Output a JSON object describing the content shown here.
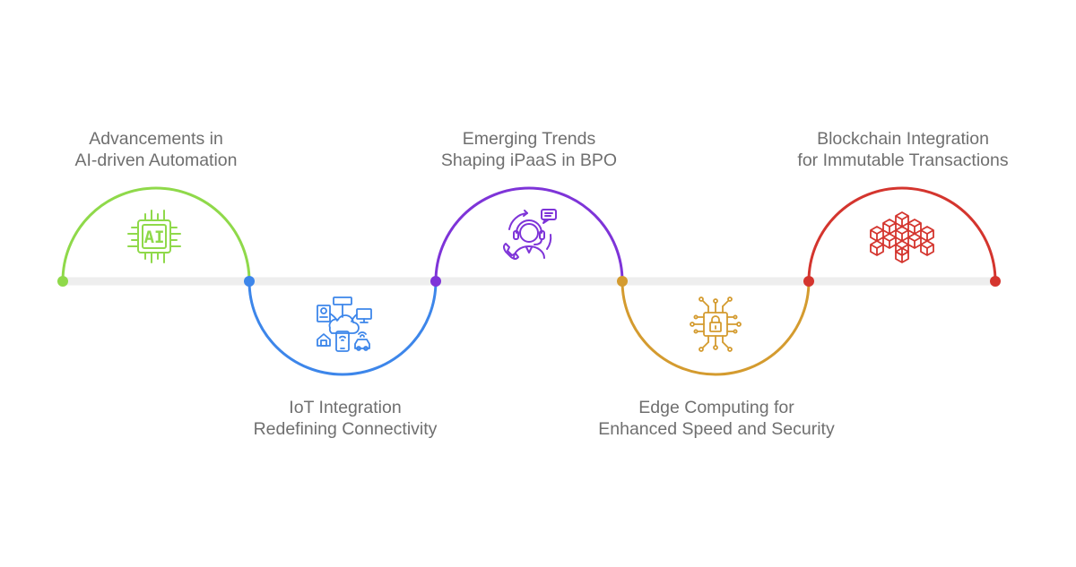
{
  "stages": [
    {
      "id": "ai",
      "lines": [
        "Advancements in",
        "AI-driven Automation"
      ],
      "color": "#8fd94a",
      "icon": "ai-chip-icon",
      "icon_text": "AI"
    },
    {
      "id": "iot",
      "lines": [
        "IoT Integration",
        "Redefining Connectivity"
      ],
      "color": "#3d86ea",
      "icon": "iot-network-icon"
    },
    {
      "id": "ipaas",
      "lines": [
        "Emerging Trends",
        "Shaping iPaaS in BPO"
      ],
      "color": "#7e34d8",
      "icon": "support-agent-icon"
    },
    {
      "id": "edge",
      "lines": [
        "Edge Computing for",
        "Enhanced Speed and Security"
      ],
      "color": "#d49b2f",
      "icon": "secure-chip-icon"
    },
    {
      "id": "blockchain",
      "lines": [
        "Blockchain Integration",
        "for Immutable Transactions"
      ],
      "color": "#d4352e",
      "icon": "blockchain-cubes-icon"
    }
  ],
  "track_color": "#eeeeee",
  "end_color": "#d4352e"
}
